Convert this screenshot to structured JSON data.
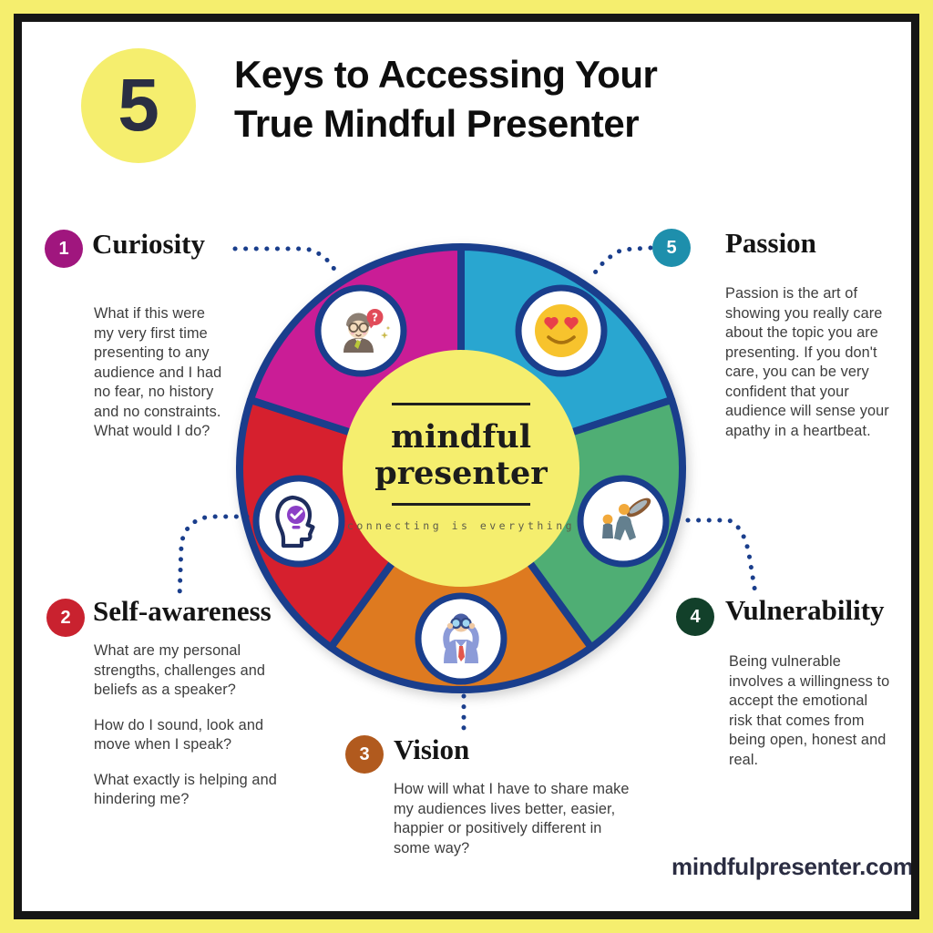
{
  "frame": {
    "outer_color": "#F5EE6E",
    "inner_color": "#161616",
    "background": "#FFFFFF"
  },
  "header": {
    "count": "5",
    "count_circle_color": "#F5EE6E",
    "title_line1": "Keys to Accessing Your",
    "title_line2": "True Mindful Presenter"
  },
  "wheel": {
    "border_color": "#1A3E8C",
    "connector_color": "#1A3E8C",
    "center_circle_color": "#F5EE6E",
    "logo_line1": "mindful",
    "logo_line2": "presenter",
    "tagline": "connecting is everything"
  },
  "keys": [
    {
      "number": "1",
      "title": "Curiosity",
      "badge_color": "#A0167E",
      "segment_color": "#CA1D96",
      "icon": "curious-presenter-icon",
      "paragraphs": [
        "What if this were my very first time presenting to any audience and I had no fear, no history and no constraints. What would I do?"
      ]
    },
    {
      "number": "2",
      "title": "Self-awareness",
      "badge_color": "#C9222F",
      "segment_color": "#D6202E",
      "icon": "self-awareness-head-icon",
      "paragraphs": [
        "What are my personal strengths, challenges and beliefs as a speaker?",
        "How do I sound, look and move when I speak?",
        "What exactly is helping and hindering me?"
      ]
    },
    {
      "number": "3",
      "title": "Vision",
      "badge_color": "#B15A1E",
      "segment_color": "#DE7A20",
      "icon": "vision-binoculars-icon",
      "paragraphs": [
        "How will what I have to share make my audiences lives better, easier, happier or positively different in some way?"
      ]
    },
    {
      "number": "4",
      "title": "Vulnerability",
      "badge_color": "#12402A",
      "segment_color": "#4FAE74",
      "icon": "vulnerability-shelter-icon",
      "paragraphs": [
        "Being vulnerable involves a willingness to accept the emotional risk that comes from being open, honest and real."
      ]
    },
    {
      "number": "5",
      "title": "Passion",
      "badge_color": "#1E8FAC",
      "segment_color": "#29A6D0",
      "icon": "passion-heart-eyes-icon",
      "paragraphs": [
        "Passion is the art of showing you really care about the topic you are presenting. If you don't care, you can be very confident that your audience will sense your apathy in a heartbeat."
      ]
    }
  ],
  "footer": {
    "website": "mindfulpresenter.com"
  }
}
